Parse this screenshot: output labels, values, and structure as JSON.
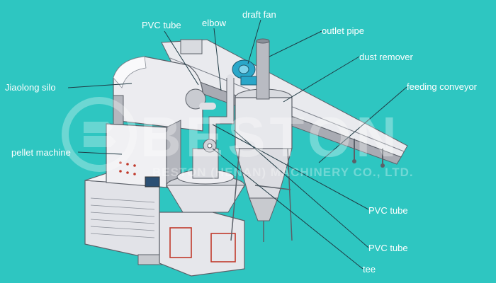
{
  "labels": {
    "pvc_tube_top": "PVC tube",
    "elbow": "elbow",
    "draft_fan": "draft fan",
    "outlet_pipe": "outlet pipe",
    "dust_remover": "dust remover",
    "jiaolong_silo": "Jiaolong silo",
    "feeding_conveyor": "feeding conveyor",
    "pellet_machine": "pellet machine",
    "pvc_tube_mid": "PVC tube",
    "pvc_tube_bottom": "PVC tube",
    "tee": "tee"
  },
  "watermark": {
    "brand": "BESTON",
    "subtitle": "BESTON (HENAN) MACHINERY CO., LTD."
  },
  "colors": {
    "background": "#2ec6c1",
    "label_text": "#ffffff",
    "leader_line": "#1f3a44",
    "machine_light": "#f2f2f4",
    "machine_shade": "#a9abb3",
    "fan": "#2aa7c9",
    "accent_red": "#c0392b"
  }
}
